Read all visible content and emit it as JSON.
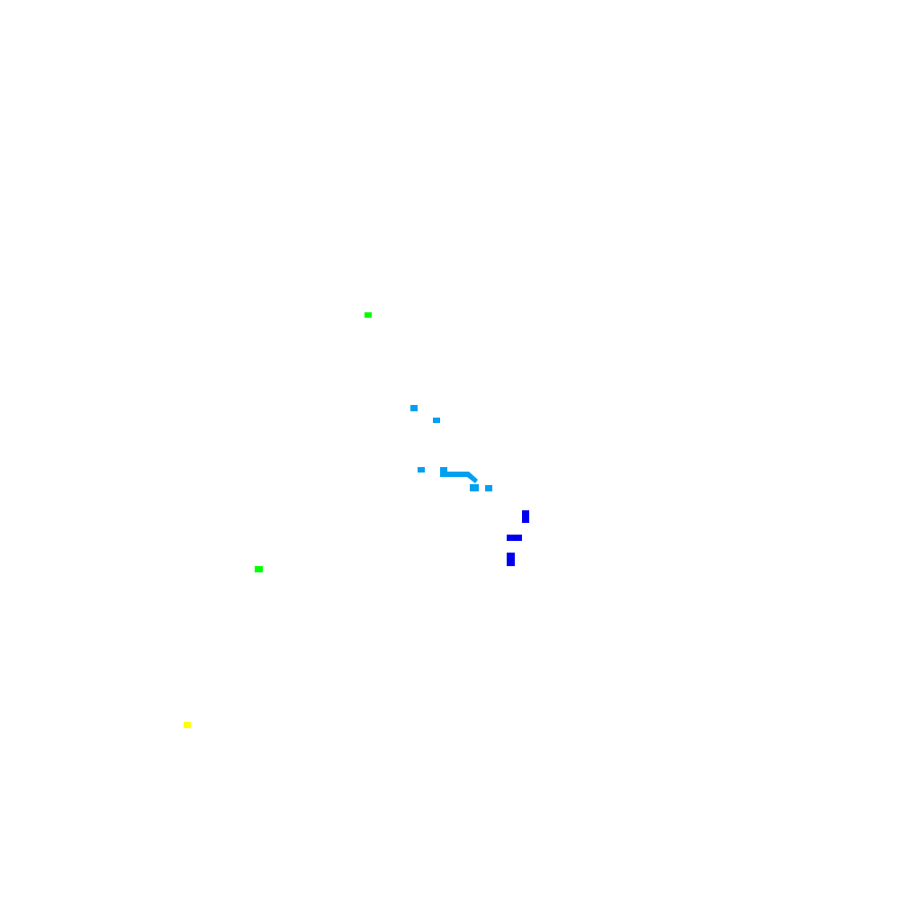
{
  "background": "#ffffff",
  "palette": {
    "green": "#00ff00",
    "cyan": "#00a0f0",
    "blue": "#0000ee",
    "yellow": "#ffff00"
  },
  "marks": [
    {
      "name": "green-mark-upper",
      "color": "green"
    },
    {
      "name": "cyan-mark-1",
      "color": "cyan"
    },
    {
      "name": "cyan-mark-2",
      "color": "cyan"
    },
    {
      "name": "cyan-mark-3",
      "color": "cyan"
    },
    {
      "name": "cyan-mark-4",
      "color": "cyan"
    },
    {
      "name": "cyan-curve-mark",
      "color": "cyan"
    },
    {
      "name": "cyan-mark-5",
      "color": "cyan"
    },
    {
      "name": "cyan-mark-6",
      "color": "cyan"
    },
    {
      "name": "blue-mark-1",
      "color": "blue"
    },
    {
      "name": "blue-mark-2",
      "color": "blue"
    },
    {
      "name": "blue-mark-3",
      "color": "blue"
    },
    {
      "name": "green-mark-lower",
      "color": "green"
    },
    {
      "name": "yellow-mark",
      "color": "yellow"
    }
  ]
}
